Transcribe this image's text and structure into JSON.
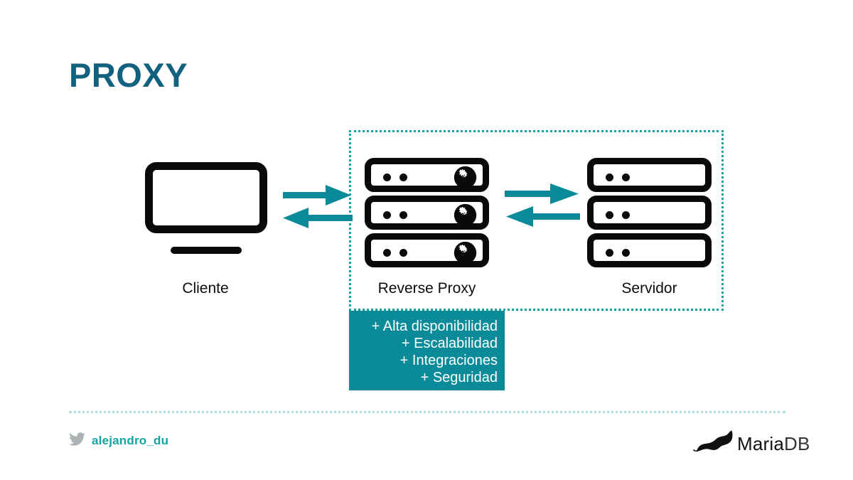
{
  "slide": {
    "title": "PROXY",
    "title_color": "#12617f",
    "background": "#ffffff",
    "accent_teal": "#0b8b99",
    "dotted_border_color": "#12a3a3"
  },
  "diagram": {
    "nodes": [
      {
        "id": "client",
        "label": "Cliente",
        "icon": "monitor-icon"
      },
      {
        "id": "reverse-proxy",
        "label": "Reverse Proxy",
        "icon": "server-rack-gears-icon"
      },
      {
        "id": "server",
        "label": "Servidor",
        "icon": "server-rack-icon"
      }
    ],
    "connections": [
      {
        "from": "client",
        "to": "reverse-proxy",
        "direction": "right",
        "color": "#0b8b99"
      },
      {
        "from": "reverse-proxy",
        "to": "client",
        "direction": "left",
        "color": "#0b8b99"
      },
      {
        "from": "reverse-proxy",
        "to": "server",
        "direction": "right",
        "color": "#0b8b99"
      },
      {
        "from": "server",
        "to": "reverse-proxy",
        "direction": "left",
        "color": "#0b8b99"
      }
    ],
    "group_box_label": ""
  },
  "benefits": {
    "items": [
      "+ Alta disponibilidad",
      "+ Escalabilidad",
      "+ Integraciones",
      "+ Seguridad"
    ],
    "background": "#0b8b99",
    "text_color": "#ffffff"
  },
  "footer": {
    "twitter_icon": "twitter-bird-icon",
    "handle": "alejandro_du",
    "handle_color": "#17a2a2",
    "brand": {
      "logo_icon": "mariadb-seal-icon",
      "name_primary": "Maria",
      "name_secondary": "DB"
    }
  }
}
